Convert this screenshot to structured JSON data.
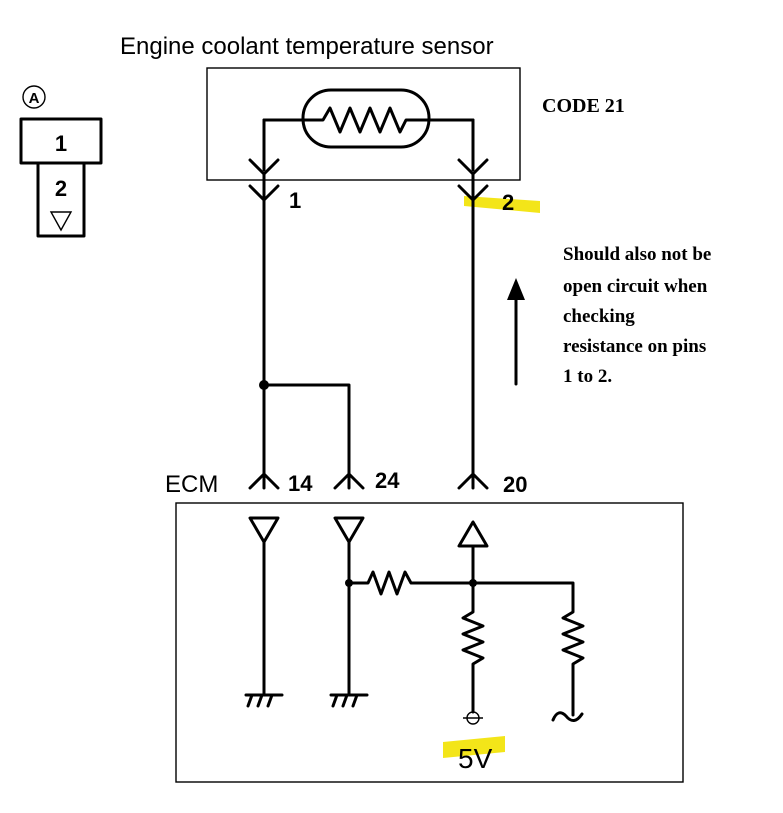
{
  "sensor_title": "Engine coolant temperature sensor",
  "code_label": "CODE 21",
  "connector": {
    "id_label": "A",
    "pin_top": "1",
    "pin_bottom": "2"
  },
  "sensor_pins": {
    "left": "1",
    "right": "2"
  },
  "ecm": {
    "label": "ECM",
    "pin_a": "14",
    "pin_b": "24",
    "pin_c": "20",
    "voltage": "5V"
  },
  "note_lines": [
    "Should also not be",
    "open circuit when",
    "checking",
    "resistance on pins",
    "1 to 2."
  ],
  "colors": {
    "highlight": "#f2e200",
    "ink": "#000000"
  }
}
